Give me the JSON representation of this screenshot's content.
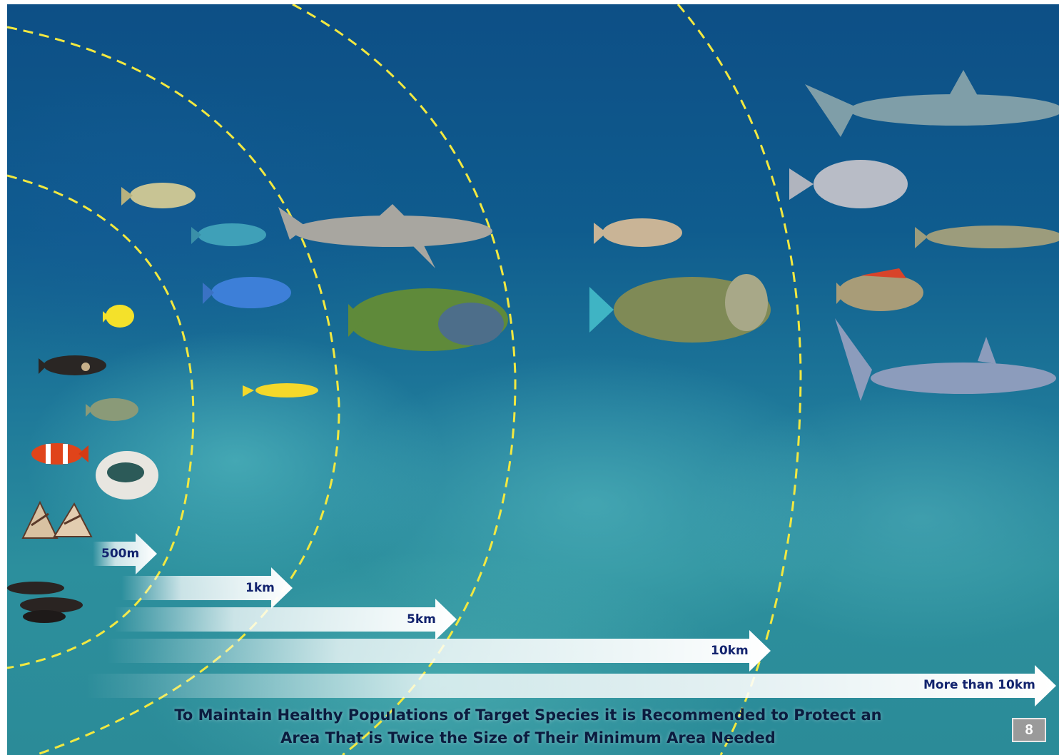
{
  "arrows": [
    {
      "label": "500m"
    },
    {
      "label": "1km"
    },
    {
      "label": "5km"
    },
    {
      "label": "10km"
    },
    {
      "label": "More than 10km"
    }
  ],
  "caption": {
    "line1": "To Maintain Healthy Populations of Target Species it is Recommended to Protect an",
    "line2": "Area That is Twice the Size of Their Minimum Area Needed"
  },
  "page_number": "8",
  "colors": {
    "ring": "#f2e840",
    "label": "#12236e",
    "arrow_fill": "#ffffff"
  }
}
